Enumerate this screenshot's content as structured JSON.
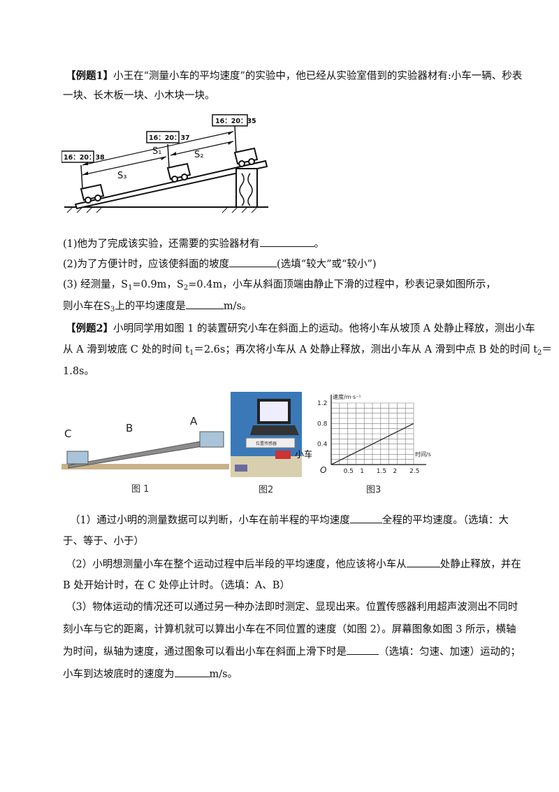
{
  "example1": {
    "tag": "【例题1】",
    "intro_a": "小王在“测量小车的平均速度”的实验中，他已经从实验室借到的实验器材有:小车一辆、秒表",
    "intro_b": "一块、长木板一块、小木块一块。",
    "figure": {
      "clock_top": "16：20：35",
      "clock_mid": "16：20：37",
      "clock_left": "16：20：38",
      "s1": "S₁",
      "s2": "S₂",
      "s3": "S₃"
    },
    "q1_a": "(1)他为了完成该实验，还需要的实验器材有",
    "q1_b": "。",
    "q2_a": "(2)为了方便计时，应该使斜面的坡度",
    "q2_b": "(选填“较大”或“较小”)",
    "q3_a": "(3) 经测量，S",
    "q3_sub1": "1",
    "q3_b": "=0.9m，S",
    "q3_sub2": "2",
    "q3_c": "=0.4m，小车从斜面顶端由静止下滑的过程中，秒表记录如图所示，",
    "q3_d": "则小车在S",
    "q3_sub3": "3",
    "q3_e": "上的平均速度是",
    "q3_f": "m/s。"
  },
  "example2": {
    "tag": "【例题2】",
    "intro_a": "小明同学用如图 1 的装置研究小车在斜面上的运动。他将小车从坡顶 A 处静止释放，测出小车",
    "intro_b1": "从 A 滑到坡底 C 处的时间 t",
    "intro_b_sub1": "1",
    "intro_b2": "＝2.6s；再次将小车从 A 处静止释放，测出小车从 A 滑到中点 B 处的时间 t",
    "intro_b_sub2": "2",
    "intro_b3": "＝",
    "intro_c": "1.8s。",
    "fig1": {
      "label_c": "C",
      "label_b": "B",
      "label_a": "A",
      "caption": "图 1"
    },
    "fig2": {
      "car_label": "小车",
      "sensor_label": "位置传感器",
      "caption": "图2"
    },
    "fig3": {
      "ylabel": "速度/m·s⁻¹",
      "xlabel": "时间/s",
      "yticks": [
        "1.2",
        "0.8",
        "0.4"
      ],
      "xticks": [
        "0.5",
        "1",
        "1.5",
        "2",
        "2.5"
      ],
      "origin": "O",
      "caption": "图3"
    },
    "q1_a": "（1）通过小明的测量数据可以判断，小车在前半程的平均速度",
    "q1_b": "全程的平均速度。（选填：大",
    "q1_c": "于、等于、小于）",
    "q2_a": "（2）小明想测量小车在整个运动过程中后半段的平均速度，他应该将小车从",
    "q2_b": "处静止释放，并在",
    "q2_c": "B 处开始计时，在 C 处停止计时。（选填：A、B）",
    "q3_a": "（3）物体运动的情况还可以通过另一种办法即时测定、显现出来。位置传感器利用超声波测出不同时",
    "q3_b": "刻小车与它的距离，计算机就可以算出小车在不同位置的速度（如图 2）。屏幕图象如图 3 所示，横轴",
    "q3_c1": "为时间，纵轴为速度，通过图象可以看出小车在斜面上滑下时是",
    "q3_c2": "（选填：匀速、加速）运动的；",
    "q3_d1": "小车到达坡底时的速度为",
    "q3_d2": "m/s。"
  },
  "chart_data": {
    "type": "line",
    "xlabel": "时间/s",
    "ylabel": "速度/m·s⁻¹",
    "xlim": [
      0,
      2.5
    ],
    "ylim": [
      0,
      1.2
    ],
    "x": [
      0,
      2.5
    ],
    "series": [
      {
        "values": [
          0,
          0.8
        ]
      }
    ],
    "grid": true
  }
}
